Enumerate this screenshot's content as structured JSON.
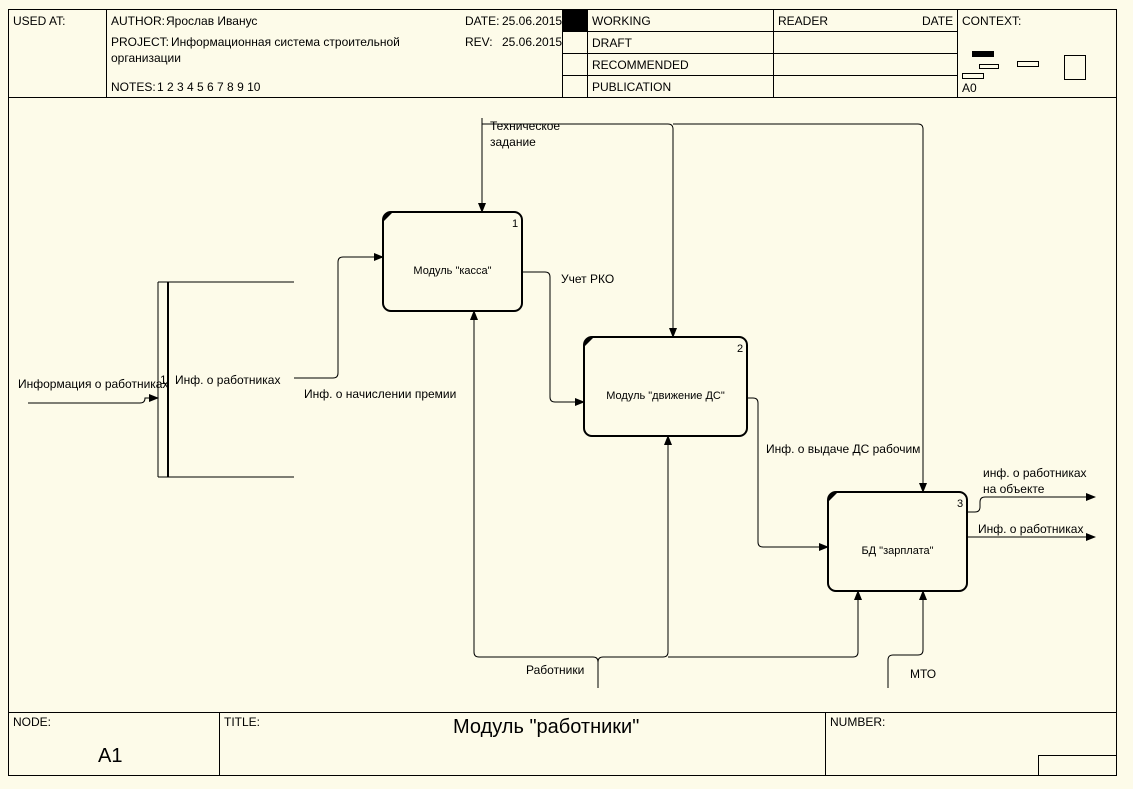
{
  "header": {
    "used_at_label": "USED AT:",
    "author_label": "AUTHOR:",
    "author_value": "Ярослав Иванус",
    "project_label": "PROJECT:",
    "project_value_line1": "Информационная система строительной",
    "project_value_line2": "организации",
    "notes_label": "NOTES:",
    "notes_values": "1  2  3  4  5  6  7  8  9  10",
    "date_label": "DATE:",
    "date_value": "25.06.2015",
    "rev_label": "REV:",
    "rev_value": "25.06.2015",
    "status": [
      "WORKING",
      "DRAFT",
      "RECOMMENDED",
      "PUBLICATION"
    ],
    "reader_label": "READER",
    "reader_date_label": "DATE",
    "context_label": "CONTEXT:",
    "context_node": "A0"
  },
  "diagram": {
    "boxes": [
      {
        "label": "Модуль \"касса\"",
        "number": "1"
      },
      {
        "label": "Модуль \"движение ДС\"",
        "number": "2"
      },
      {
        "label": "БД \"зарплата\"",
        "number": "3"
      }
    ],
    "store": {
      "number": "1",
      "label": "Инф. о работниках"
    },
    "arrows": {
      "tech_task_line1": "Техническое",
      "tech_task_line2": "задание",
      "workers_info_in": "Информация о работниках",
      "bonus_info": "Инф. о начислении премии",
      "rko": "Учет РКО",
      "payout_info": "Инф. о выдаче ДС рабочим",
      "site_workers_line1": "инф. о работниках",
      "site_workers_line2": "на объекте",
      "workers_info_out": "Инф. о работниках",
      "workers": "Работники",
      "mto": "МТО"
    }
  },
  "footer": {
    "node_label": "NODE:",
    "node_value": "A1",
    "title_label": "TITLE:",
    "title_value": "Модуль \"работники\"",
    "number_label": "NUMBER:"
  }
}
